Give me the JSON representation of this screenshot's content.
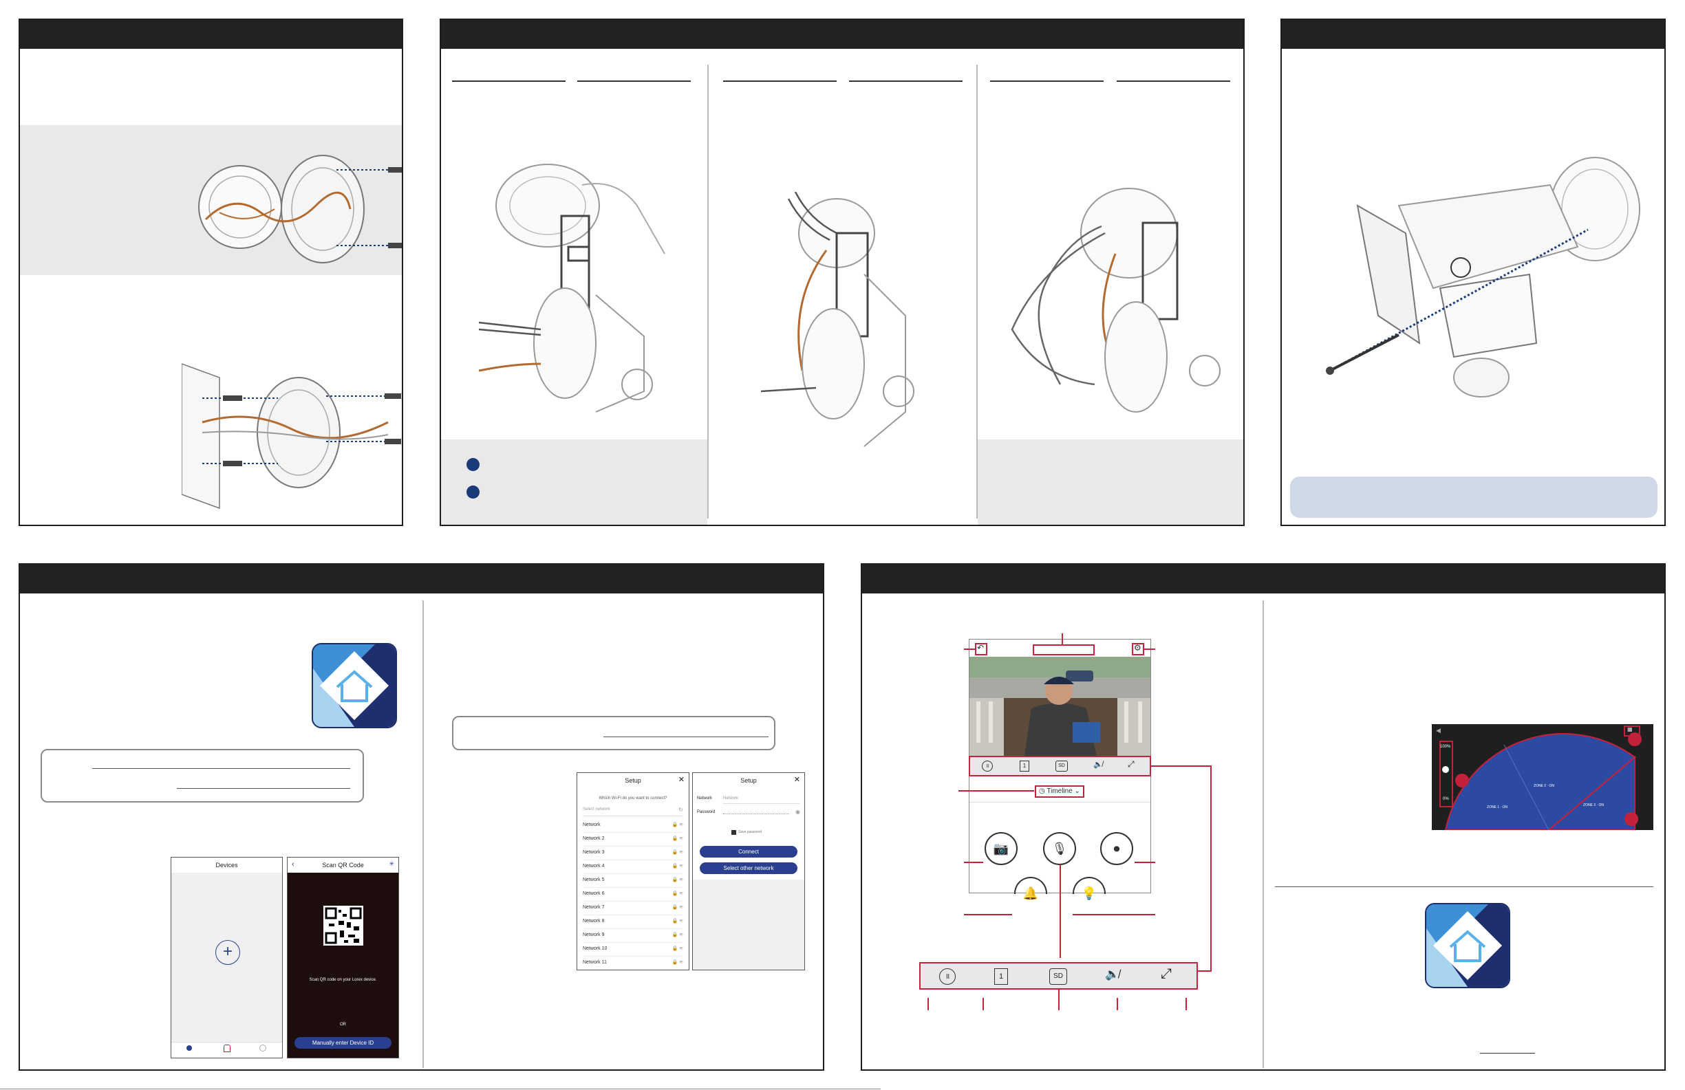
{
  "colors": {
    "header": "#222222",
    "accent_red": "#c4213a",
    "navy": "#1a3b7a",
    "wire_orange": "#b36a30",
    "panel_gray": "#e9e9e9",
    "info_blue": "#cfd8e6"
  },
  "app_screens": {
    "devices": {
      "title": "Devices"
    },
    "scan": {
      "title": "Scan QR Code",
      "instruction": "Scan QR code on your Lorex device.",
      "or": "OR",
      "manual_button": "Manually enter Device ID"
    },
    "setup_list": {
      "title": "Setup",
      "question": "Which Wi-Fi do you want to connect?",
      "select_placeholder": "Select network",
      "networks": [
        "Network",
        "Network 2",
        "Network 3",
        "Network 4",
        "Network 5",
        "Network 6",
        "Network 7",
        "Network 8",
        "Network 9",
        "Network 10",
        "Network 11"
      ]
    },
    "setup_form": {
      "title": "Setup",
      "network_label": "Network",
      "network_placeholder": "Network",
      "password_label": "Password",
      "save_password": "Save password",
      "connect_button": "Connect",
      "other_button": "Select other network"
    },
    "live_view": {
      "timeline": "Timeline",
      "toolbar_icons": [
        "pause-icon",
        "single-view-icon",
        "sd-icon",
        "mute-icon",
        "fullscreen-icon"
      ],
      "sd_label": "SD",
      "one_label": "1"
    },
    "zones": {
      "percent_top": "100%",
      "percent_bottom": "0%",
      "zone1": "ZONE 1 · ON",
      "zone2": "ZONE 2 · ON",
      "zone3": "ZONE 3 · ON"
    }
  }
}
